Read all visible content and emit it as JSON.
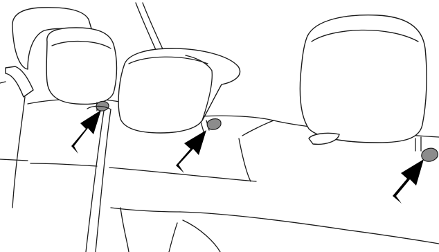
{
  "diagram": {
    "kind": "line-illustration",
    "subject": "rear-seat-headrests",
    "headrests": [
      {
        "id": "left",
        "has_release_button": true
      },
      {
        "id": "center",
        "has_release_button": true
      },
      {
        "id": "right",
        "has_release_button": true
      }
    ],
    "arrows": [
      {
        "target": "left",
        "icon": "arrow-up-right-icon"
      },
      {
        "target": "center",
        "icon": "arrow-up-right-icon"
      },
      {
        "target": "right",
        "icon": "arrow-up-right-icon"
      }
    ],
    "colors": {
      "outline": "#1a1a1a",
      "arrow": "#000000",
      "button": "#8c8c8c",
      "background": "#ffffff"
    }
  }
}
